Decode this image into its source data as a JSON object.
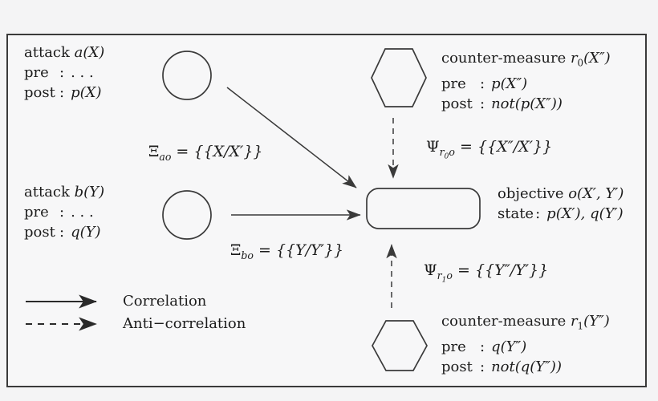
{
  "misc": {
    "colon": ":"
  },
  "colors": {
    "line": "#3a3a3a",
    "text": "#1c1c1c",
    "outer_bg": "#f4f4f5",
    "inner_bg": "#f7f7f8"
  },
  "blocks": {
    "attack_a": {
      "title_prefix": "attack ",
      "title_math": "a(X)",
      "pre_key": "pre",
      "pre_val": ". . .",
      "post_key": "post",
      "post_val": "p(X)"
    },
    "attack_b": {
      "title_prefix": "attack ",
      "title_math": "b(Y)",
      "pre_key": "pre",
      "pre_val": ". . .",
      "post_key": "post",
      "post_val": "q(Y)"
    },
    "cm_r0": {
      "title_prefix": "counter-measure ",
      "sym": "r",
      "sub": "0",
      "args": "(X″)",
      "pre_key": "pre",
      "pre_val": "p(X″)",
      "post_key": "post",
      "post_val": "not(p(X″))"
    },
    "cm_r1": {
      "title_prefix": "counter-measure ",
      "sym": "r",
      "sub": "1",
      "args": "(Y″)",
      "pre_key": "pre",
      "pre_val": "q(Y″)",
      "post_key": "post",
      "post_val": "not(q(Y″))"
    },
    "objective": {
      "title_prefix": "objective ",
      "title_math": "o(X′, Y′)",
      "state_key": "state",
      "state_val": "p(X′), q(Y′)"
    }
  },
  "labels": {
    "xi_ao": {
      "symbol": "Ξ",
      "sub": "ao",
      "rest": " = {{X/X′}}"
    },
    "xi_bo": {
      "symbol": "Ξ",
      "sub": "bo",
      "rest": " = {{Y/Y′}}"
    },
    "psi_r0o": {
      "symbol": "Ψ",
      "sub_main": "r",
      "sub_sub": "0",
      "sub_tail": "o",
      "rest": " = {{X″/X′}}"
    },
    "psi_r1o": {
      "symbol": "Ψ",
      "sub_main": "r",
      "sub_sub": "1",
      "sub_tail": "o",
      "rest": " = {{Y″/Y′}}"
    }
  },
  "legend": {
    "correlation": "Correlation",
    "anti_correlation": "Anti−correlation"
  }
}
